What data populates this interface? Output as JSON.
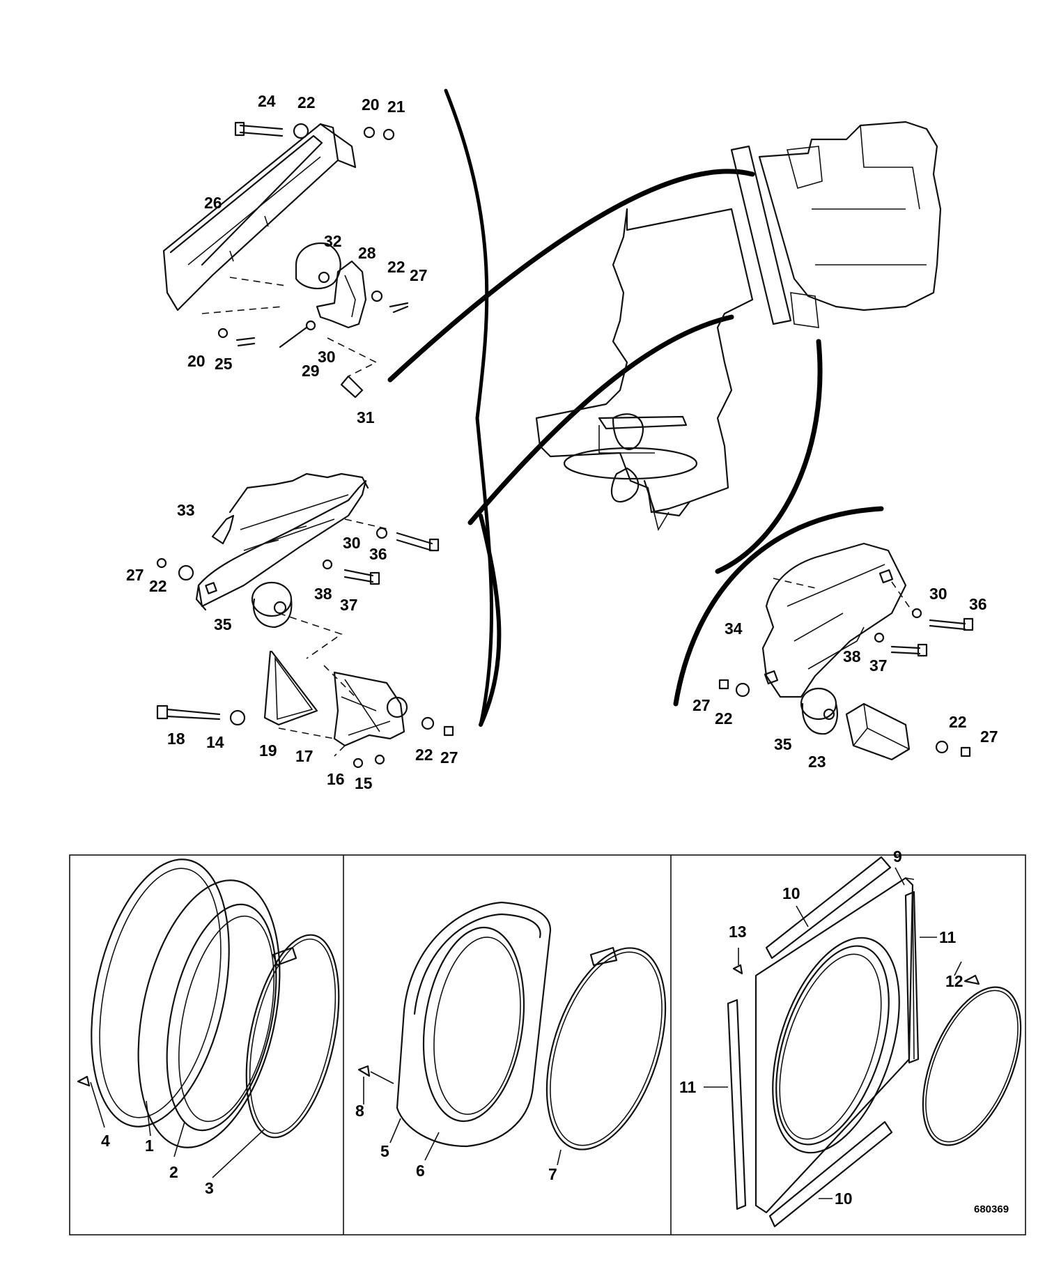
{
  "figure_id": "680369",
  "labels": {
    "p24": "24",
    "p22a": "22",
    "p20a": "20",
    "p21": "21",
    "p26": "26",
    "p32": "32",
    "p28": "28",
    "p22b": "22",
    "p27a": "27",
    "p20b": "20",
    "p25": "25",
    "p29": "29",
    "p30a": "30",
    "p31": "31",
    "p33": "33",
    "p30b": "30",
    "p36a": "36",
    "p27b": "27",
    "p22c": "22",
    "p38a": "38",
    "p37a": "37",
    "p35a": "35",
    "p18": "18",
    "p14": "14",
    "p19": "19",
    "p17": "17",
    "p22d": "22",
    "p27c": "27",
    "p16": "16",
    "p15": "15",
    "p30c": "30",
    "p36b": "36",
    "p34": "34",
    "p38b": "38",
    "p37b": "37",
    "p27d": "27",
    "p22e": "22",
    "p35b": "35",
    "p23": "23",
    "p22f": "22",
    "p27e": "27",
    "p4": "4",
    "p1": "1",
    "p2": "2",
    "p3": "3",
    "p8": "8",
    "p5": "5",
    "p6": "6",
    "p7": "7",
    "p9": "9",
    "p10a": "10",
    "p13": "13",
    "p11a": "11",
    "p12": "12",
    "p11b": "11",
    "p10b": "10"
  }
}
